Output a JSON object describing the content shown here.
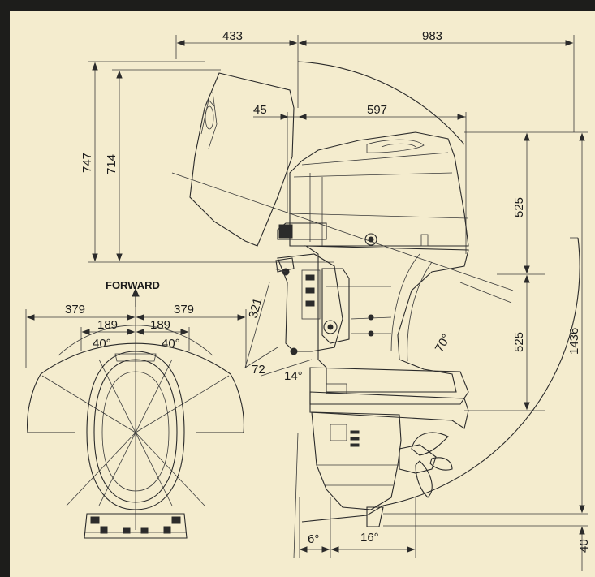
{
  "labels": {
    "forward": "FORWARD"
  },
  "dimensions": {
    "top_left": "433",
    "top_right": "983",
    "trim_offset": "45",
    "cowl_length": "597",
    "tilt_height_outer": "747",
    "tilt_height_inner": "714",
    "upper_right": "525",
    "lower_right": "525",
    "overall_height": "1436",
    "bottom_offset": "40",
    "bracket": "321",
    "transom": "72",
    "left_width": "379",
    "right_width": "379",
    "left_half": "189",
    "right_half": "189"
  },
  "angles": {
    "steer_left": "40°",
    "steer_right": "40°",
    "tilt": "70°",
    "trim_up": "14°",
    "trim_in": "6°",
    "trim_range": "16°"
  },
  "colors": {
    "background": "#f4ecce",
    "frame": "#1d1d1b",
    "lines": "#2a2a2a"
  }
}
